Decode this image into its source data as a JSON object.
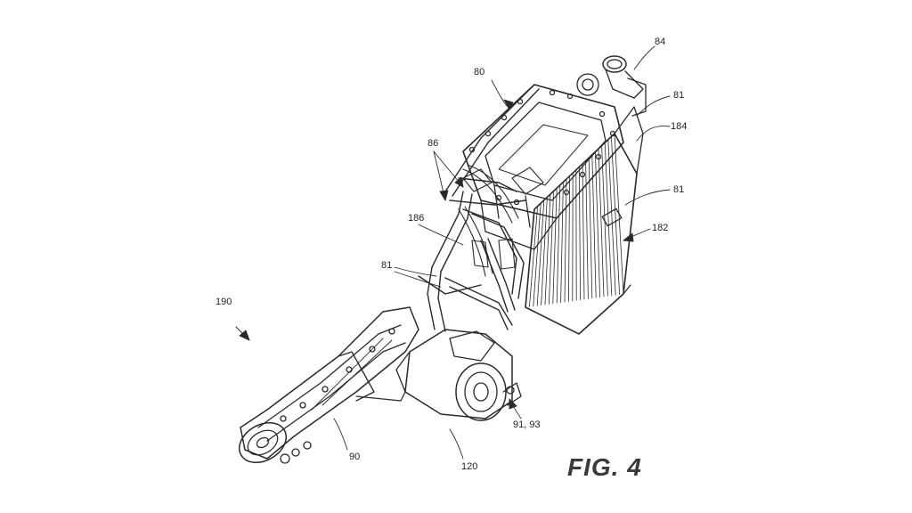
{
  "figure": {
    "caption": "FIG. 4"
  },
  "reference_numerals": [
    {
      "id": "n84",
      "text": "84"
    },
    {
      "id": "n80",
      "text": "80"
    },
    {
      "id": "n81a",
      "text": "81"
    },
    {
      "id": "n184",
      "text": "184"
    },
    {
      "id": "n86",
      "text": "86"
    },
    {
      "id": "n81b",
      "text": "81"
    },
    {
      "id": "n186",
      "text": "186"
    },
    {
      "id": "n182",
      "text": "182"
    },
    {
      "id": "n81c",
      "text": "81"
    },
    {
      "id": "n190",
      "text": "190"
    },
    {
      "id": "n90",
      "text": "90"
    },
    {
      "id": "n120",
      "text": "120"
    },
    {
      "id": "n9193",
      "text": "91, 93"
    }
  ],
  "colors": {
    "line": "#2a2a2a",
    "background": "#ffffff",
    "caption": "#3a3a3a"
  }
}
